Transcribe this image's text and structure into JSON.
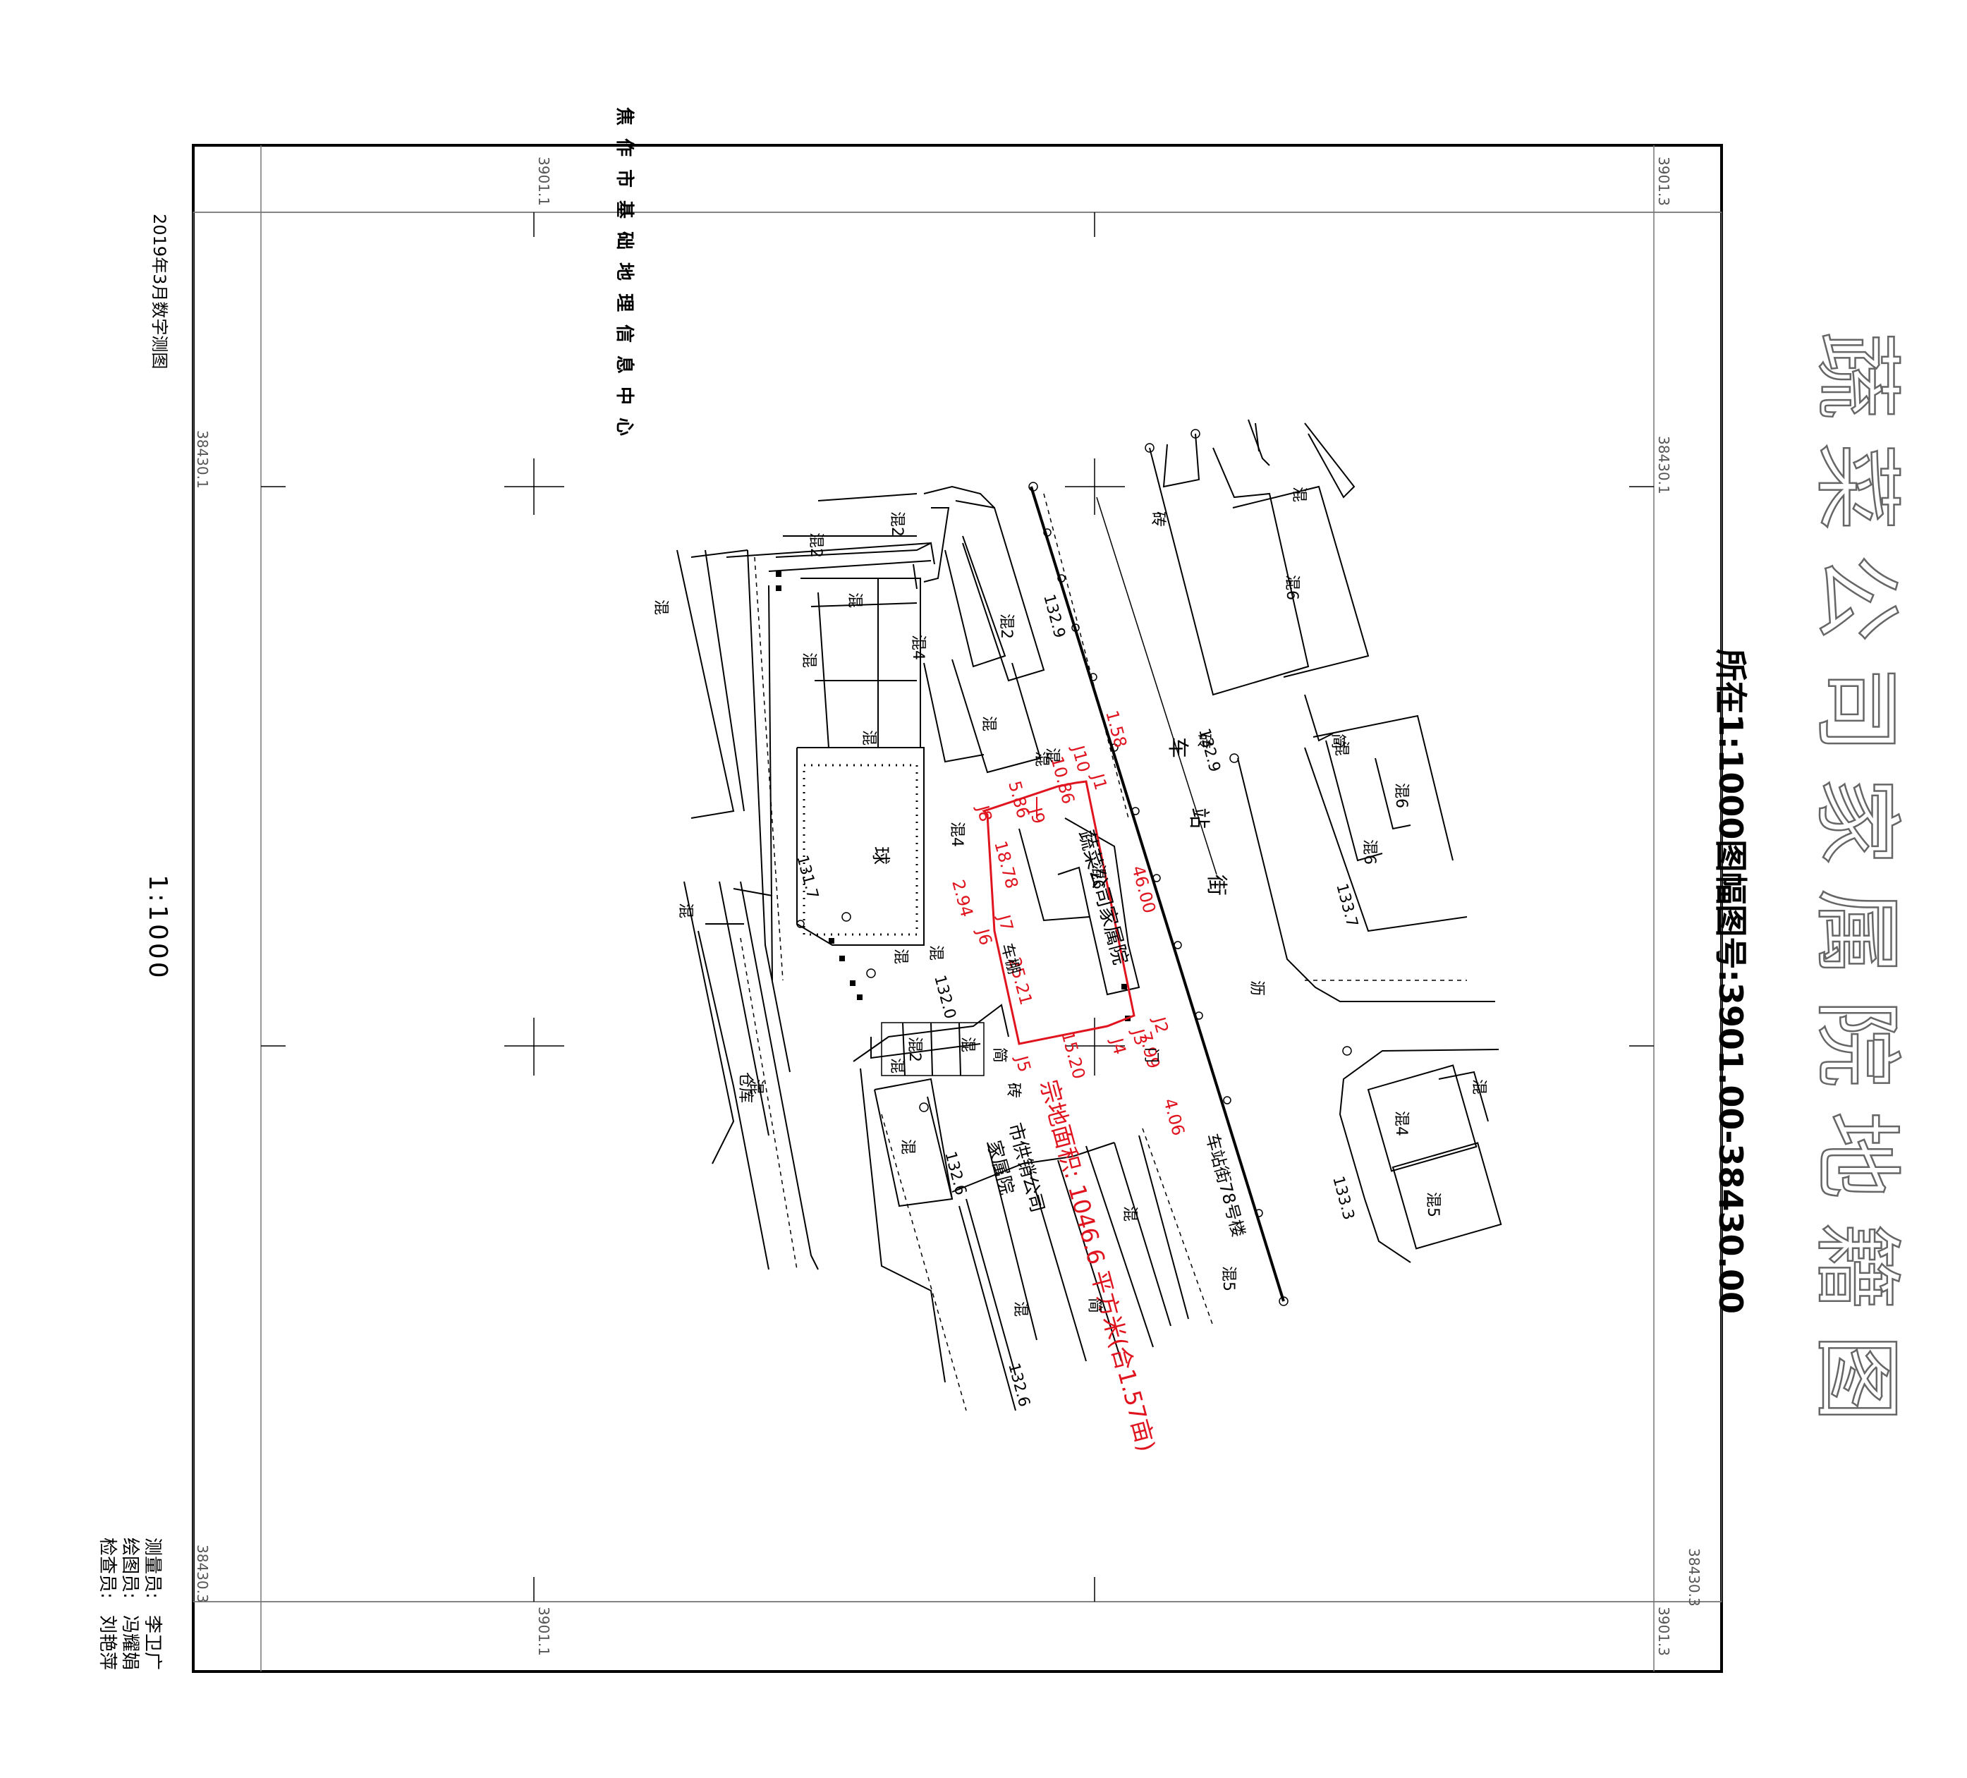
{
  "colors": {
    "ink": "#000000",
    "parcel": "#e0141e",
    "grid": "#7a7a7a"
  },
  "title": {
    "main": "蔬菜公司家属院地籍图",
    "subtitle": "所在1:1000图幅图号:3901.00-38430.00"
  },
  "organization": "焦作市基础地理信息中心",
  "survey_date": "2019年3月数字测图",
  "scale": "1:1000",
  "coordinates": {
    "top_left": "3901.1",
    "top_right": "3901.3",
    "bottom_left": "3901.1",
    "bottom_right": "3901.3",
    "left_upper": "38430.1",
    "right_upper": "38430.1",
    "left_lower": "38430.3",
    "right_lower": "38430.3"
  },
  "staff": {
    "surveyor_label": "测量员:",
    "surveyor": "李卫广",
    "drafter_label": "绘图员:",
    "drafter": "冯耀娟",
    "checker_label": "检查员:",
    "checker": "刘艳萍"
  },
  "parcel": {
    "name": "蔬菜公司家属院",
    "area_text": "宗地面积: 1046.6 平方米(合1.57亩)",
    "points": [
      "J1",
      "J2",
      "J3",
      "J4",
      "J5",
      "J6",
      "J7",
      "J8",
      "J9",
      "J10"
    ],
    "edges": [
      "46.00",
      "7.99",
      "15.20",
      "25.21",
      "18.78",
      "5.86",
      "10.86",
      "2.94",
      "1.58",
      "4.06"
    ]
  },
  "streets": {
    "main": [
      "车",
      "站",
      "街"
    ],
    "address": "车站街78号楼",
    "asphalt": "沥"
  },
  "places": {
    "supply_company": [
      "市供销公司",
      "家属院"
    ],
    "court": "球",
    "warehouse": "仓库",
    "shed": "车棚"
  },
  "elevations": [
    "132.9",
    "132.9",
    "133.7",
    "131.7",
    "132.0",
    "132.6",
    "132.6",
    "133.3"
  ],
  "building_labels": {
    "mix": "混",
    "mix2": "混2",
    "mix4": "混4",
    "mix5": "混5",
    "mix6": "混6",
    "brick": "砖",
    "simple": "简",
    "gate": "门"
  }
}
